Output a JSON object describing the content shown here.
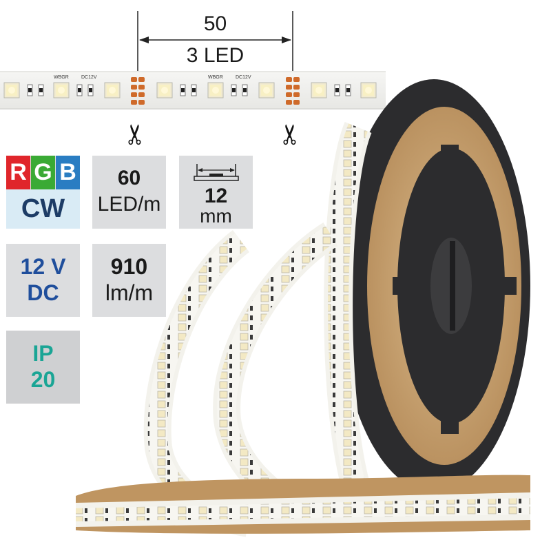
{
  "dimension": {
    "length": "50",
    "leds": "3 LED"
  },
  "specs": {
    "color_letters": [
      "R",
      "G",
      "B"
    ],
    "color_temp": "CW",
    "led_density_value": "60",
    "led_density_unit": "LED/m",
    "width_value": "12",
    "width_unit": "mm",
    "voltage_value": "12 V",
    "voltage_type": "DC",
    "lumen_value": "910",
    "lumen_unit": "lm/m",
    "ip_label": "IP",
    "ip_value": "20"
  },
  "strip_labels": {
    "chip": "WBGR",
    "supply": "DC12V"
  },
  "colors": {
    "red": "#e0262b",
    "green": "#3aaa35",
    "blue": "#2a7dc2",
    "tile_gray": "#dcdddf",
    "voltage_blue": "#1f4e9c",
    "ip_teal": "#1aa595",
    "copper": "#cf6a2a",
    "reel": "#2c2c2e"
  }
}
